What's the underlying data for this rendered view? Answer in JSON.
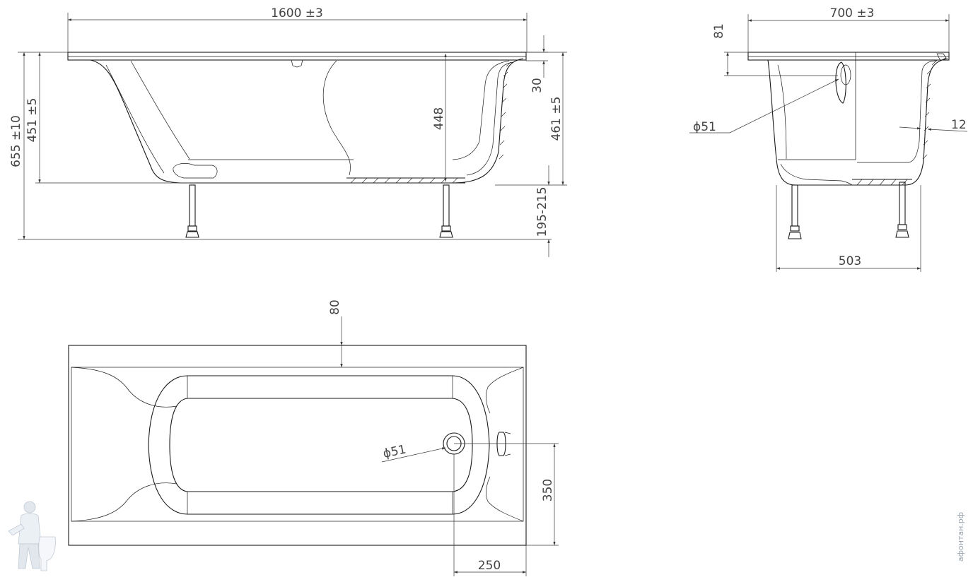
{
  "drawing": {
    "side_view": {
      "length": "1600 ±3",
      "total_height": "655 ±10",
      "inner_height_left": "451 ±5",
      "rim_thickness": "30",
      "inner_depth": "448",
      "height_right": "461 ±5",
      "leg_range": "195-215"
    },
    "end_view": {
      "width": "700 ±3",
      "rim_height": "81",
      "drain_diameter": "ϕ51",
      "wall_thickness": "12",
      "leg_span": "503"
    },
    "top_view": {
      "rim_offset": "80",
      "drain_diameter": "ϕ51",
      "drain_offset_side": "350",
      "drain_offset_end": "250"
    }
  },
  "watermark": {
    "text": "афонтан.рф",
    "icon": "plumber-mascot-icon"
  }
}
